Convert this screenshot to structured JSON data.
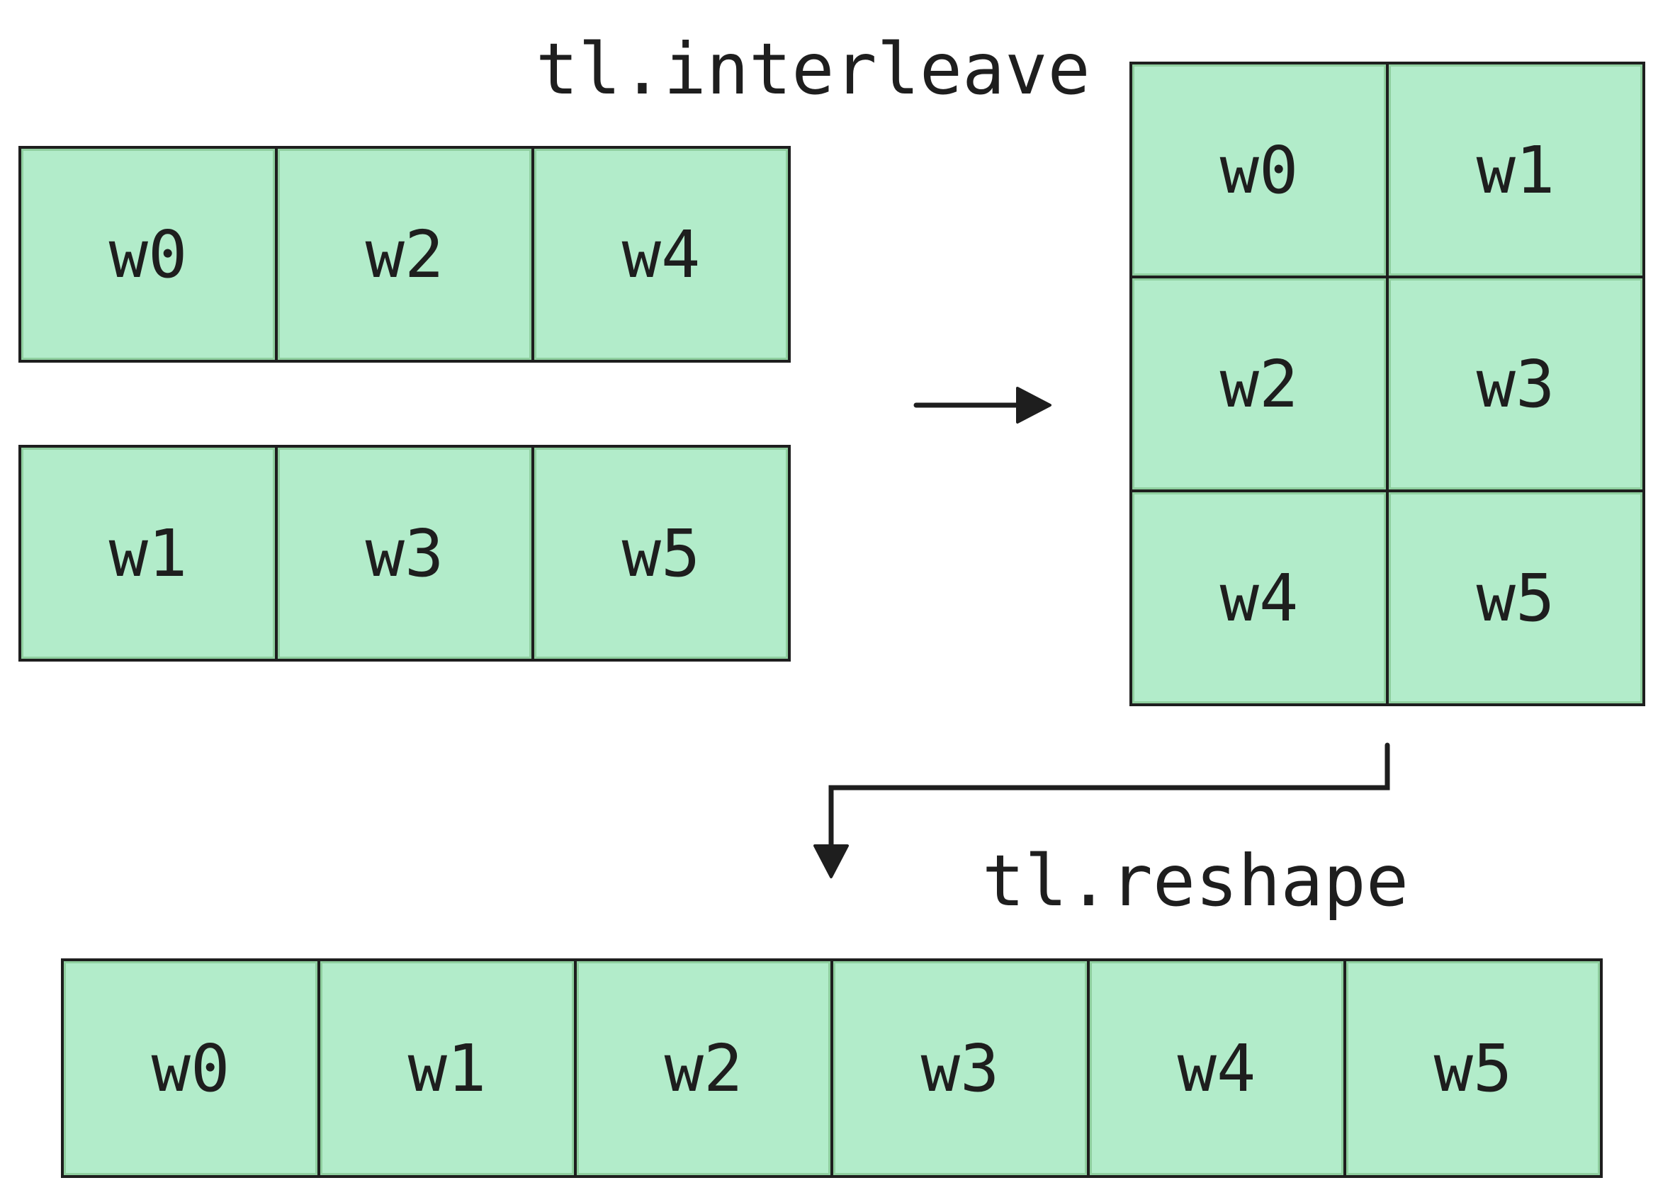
{
  "labels": {
    "interleave": "tl.interleave",
    "reshape": "tl.reshape"
  },
  "input_a": [
    "w0",
    "w2",
    "w4"
  ],
  "input_b": [
    "w1",
    "w3",
    "w5"
  ],
  "interleaved": [
    [
      "w0",
      "w1"
    ],
    [
      "w2",
      "w3"
    ],
    [
      "w4",
      "w5"
    ]
  ],
  "reshaped": [
    "w0",
    "w1",
    "w2",
    "w3",
    "w4",
    "w5"
  ],
  "colors": {
    "cell_fill": "#b2ecca",
    "stroke": "#1e1e1e"
  }
}
